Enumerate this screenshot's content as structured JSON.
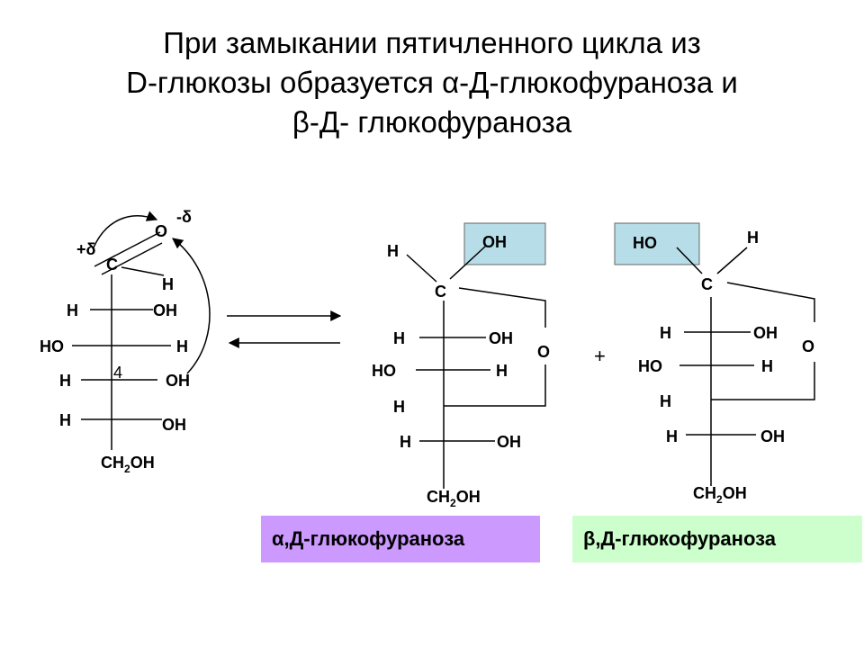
{
  "title": {
    "line1": "При замыкании пятичленного цикла из",
    "line2": "D-глюкозы образуется α-Д-глюкофураноза и",
    "line3": "β-Д- глюкофураноза"
  },
  "open_chain": {
    "o": "O",
    "delta_minus": "-δ",
    "delta_plus": "+δ",
    "c": "C",
    "h_ald": "H",
    "r1_left": "H",
    "r1_right": "OH",
    "r2_left": "HO",
    "r2_right": "H",
    "r3_left": "H",
    "r3_right": "OH",
    "r3_number": "4",
    "r4_left": "H",
    "r4_right": "OH",
    "ch2": "CH",
    "ch2_sub": "2",
    "ch2_oh": "OH"
  },
  "alpha": {
    "h_top": "H",
    "oh_highlight": "OH",
    "c": "C",
    "ring_o": "O",
    "r1_left": "H",
    "r1_right": "OH",
    "r2_left": "HO",
    "r2_right": "H",
    "r3_left": "H",
    "r4_left": "H",
    "r4_right": "OH",
    "ch2": "CH",
    "ch2_sub": "2",
    "ch2_oh": "OH",
    "caption": "α,Д-глюкофураноза"
  },
  "plus": "+",
  "beta": {
    "ho_highlight": "HO",
    "h_top": "H",
    "c": "C",
    "ring_o": "O",
    "r1_left": "H",
    "r1_right": "OH",
    "r2_left": "HO",
    "r2_right": "H",
    "r3_left": "H",
    "r4_left": "H",
    "r4_right": "OH",
    "ch2": "CH",
    "ch2_sub": "2",
    "ch2_oh": "OH",
    "caption": "β,Д-глюкофураноза"
  },
  "colors": {
    "highlight_box": "#b7dde8",
    "alpha_caption_bg": "#cc99ff",
    "beta_caption_bg": "#ccffcc"
  }
}
